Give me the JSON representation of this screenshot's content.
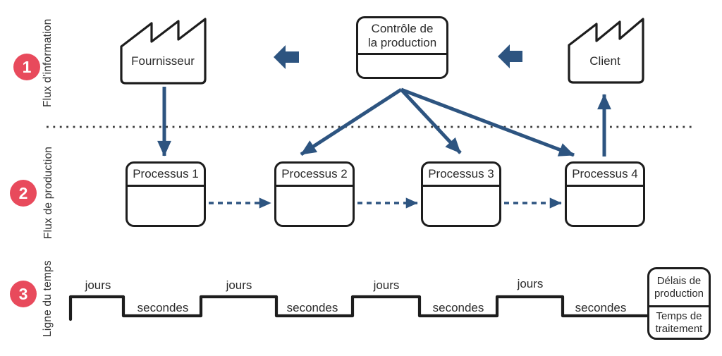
{
  "colors": {
    "accent_red": "#e84a5c",
    "arrow_blue": "#2d5480",
    "line_dark": "#1d1d1d",
    "text_dark": "#2b2b2b"
  },
  "rows": [
    {
      "number": "1",
      "label": "Flux d'information"
    },
    {
      "number": "2",
      "label": "Flux de production"
    },
    {
      "number": "3",
      "label": "Ligne du temps"
    }
  ],
  "information_flow": {
    "supplier_label": "Fournisseur",
    "control_label": "Contrôle de la production",
    "client_label": "Client"
  },
  "production_flow": {
    "processes": [
      "Processus 1",
      "Processus 2",
      "Processus 3",
      "Processus 4"
    ]
  },
  "timeline": {
    "segments": [
      "jours",
      "secondes",
      "jours",
      "secondes",
      "jours",
      "secondes",
      "jours",
      "secondes"
    ],
    "result_box": {
      "top": "Délais de production",
      "bottom": "Temps de traitement"
    }
  },
  "icons": {
    "supplier": "factory-icon",
    "client": "factory-icon",
    "information_arrows": "block-arrow-left-icon"
  }
}
